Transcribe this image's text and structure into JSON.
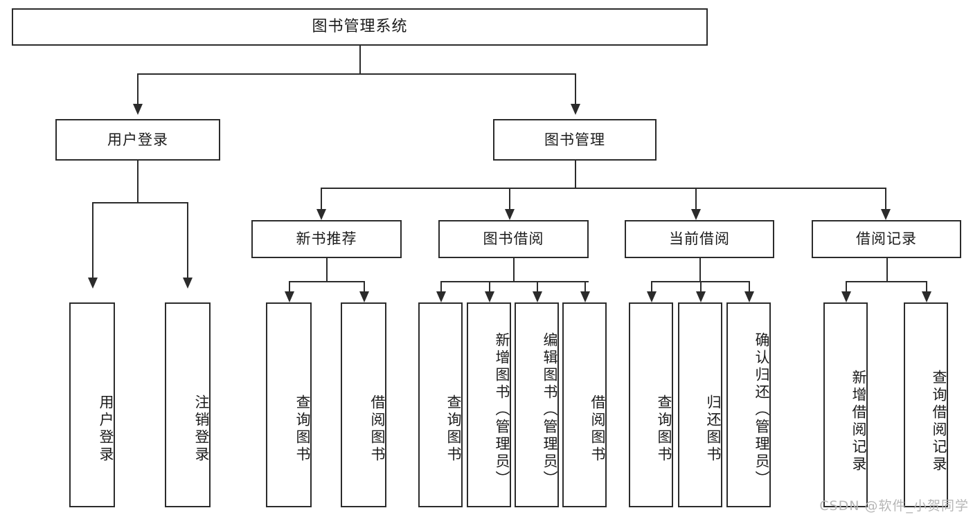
{
  "diagram": {
    "type": "tree-hierarchy",
    "title": "图书管理系统",
    "watermark": "CSDN @软件_小贺同学",
    "colors": {
      "stroke": "#2b2b2b",
      "fill": "#ffffff",
      "watermark": "#b6b6b6"
    },
    "nodes": {
      "root": {
        "label": "图书管理系统"
      },
      "level2": [
        {
          "id": "user-login",
          "label": "用户登录"
        },
        {
          "id": "book-manage",
          "label": "图书管理"
        }
      ],
      "level3": [
        {
          "id": "new-book-rec",
          "label": "新书推荐"
        },
        {
          "id": "book-borrow",
          "label": "图书借阅"
        },
        {
          "id": "current-borrow",
          "label": "当前借阅"
        },
        {
          "id": "borrow-record",
          "label": "借阅记录"
        }
      ],
      "leaves": {
        "user_login": [
          {
            "id": "leaf-user-login",
            "label": "用户登录"
          },
          {
            "id": "leaf-logout",
            "label": "注销登录"
          }
        ],
        "new_book_rec": [
          {
            "id": "leaf-query-book-1",
            "label": "查询图书"
          },
          {
            "id": "leaf-borrow-book-1",
            "label": "借阅图书"
          }
        ],
        "book_borrow": [
          {
            "id": "leaf-query-book-2",
            "label": "查询图书"
          },
          {
            "id": "leaf-add-book",
            "label": "新增图书（管理员）"
          },
          {
            "id": "leaf-edit-book",
            "label": "编辑图书（管理员）"
          },
          {
            "id": "leaf-borrow-book-2",
            "label": "借阅图书"
          }
        ],
        "current_borrow": [
          {
            "id": "leaf-query-book-3",
            "label": "查询图书"
          },
          {
            "id": "leaf-return-book",
            "label": "归还图书"
          },
          {
            "id": "leaf-confirm-return",
            "label": "确认归还（管理员）"
          }
        ],
        "borrow_record": [
          {
            "id": "leaf-add-record",
            "label": "新增借阅记录"
          },
          {
            "id": "leaf-query-record",
            "label": "查询借阅记录"
          }
        ]
      }
    }
  }
}
